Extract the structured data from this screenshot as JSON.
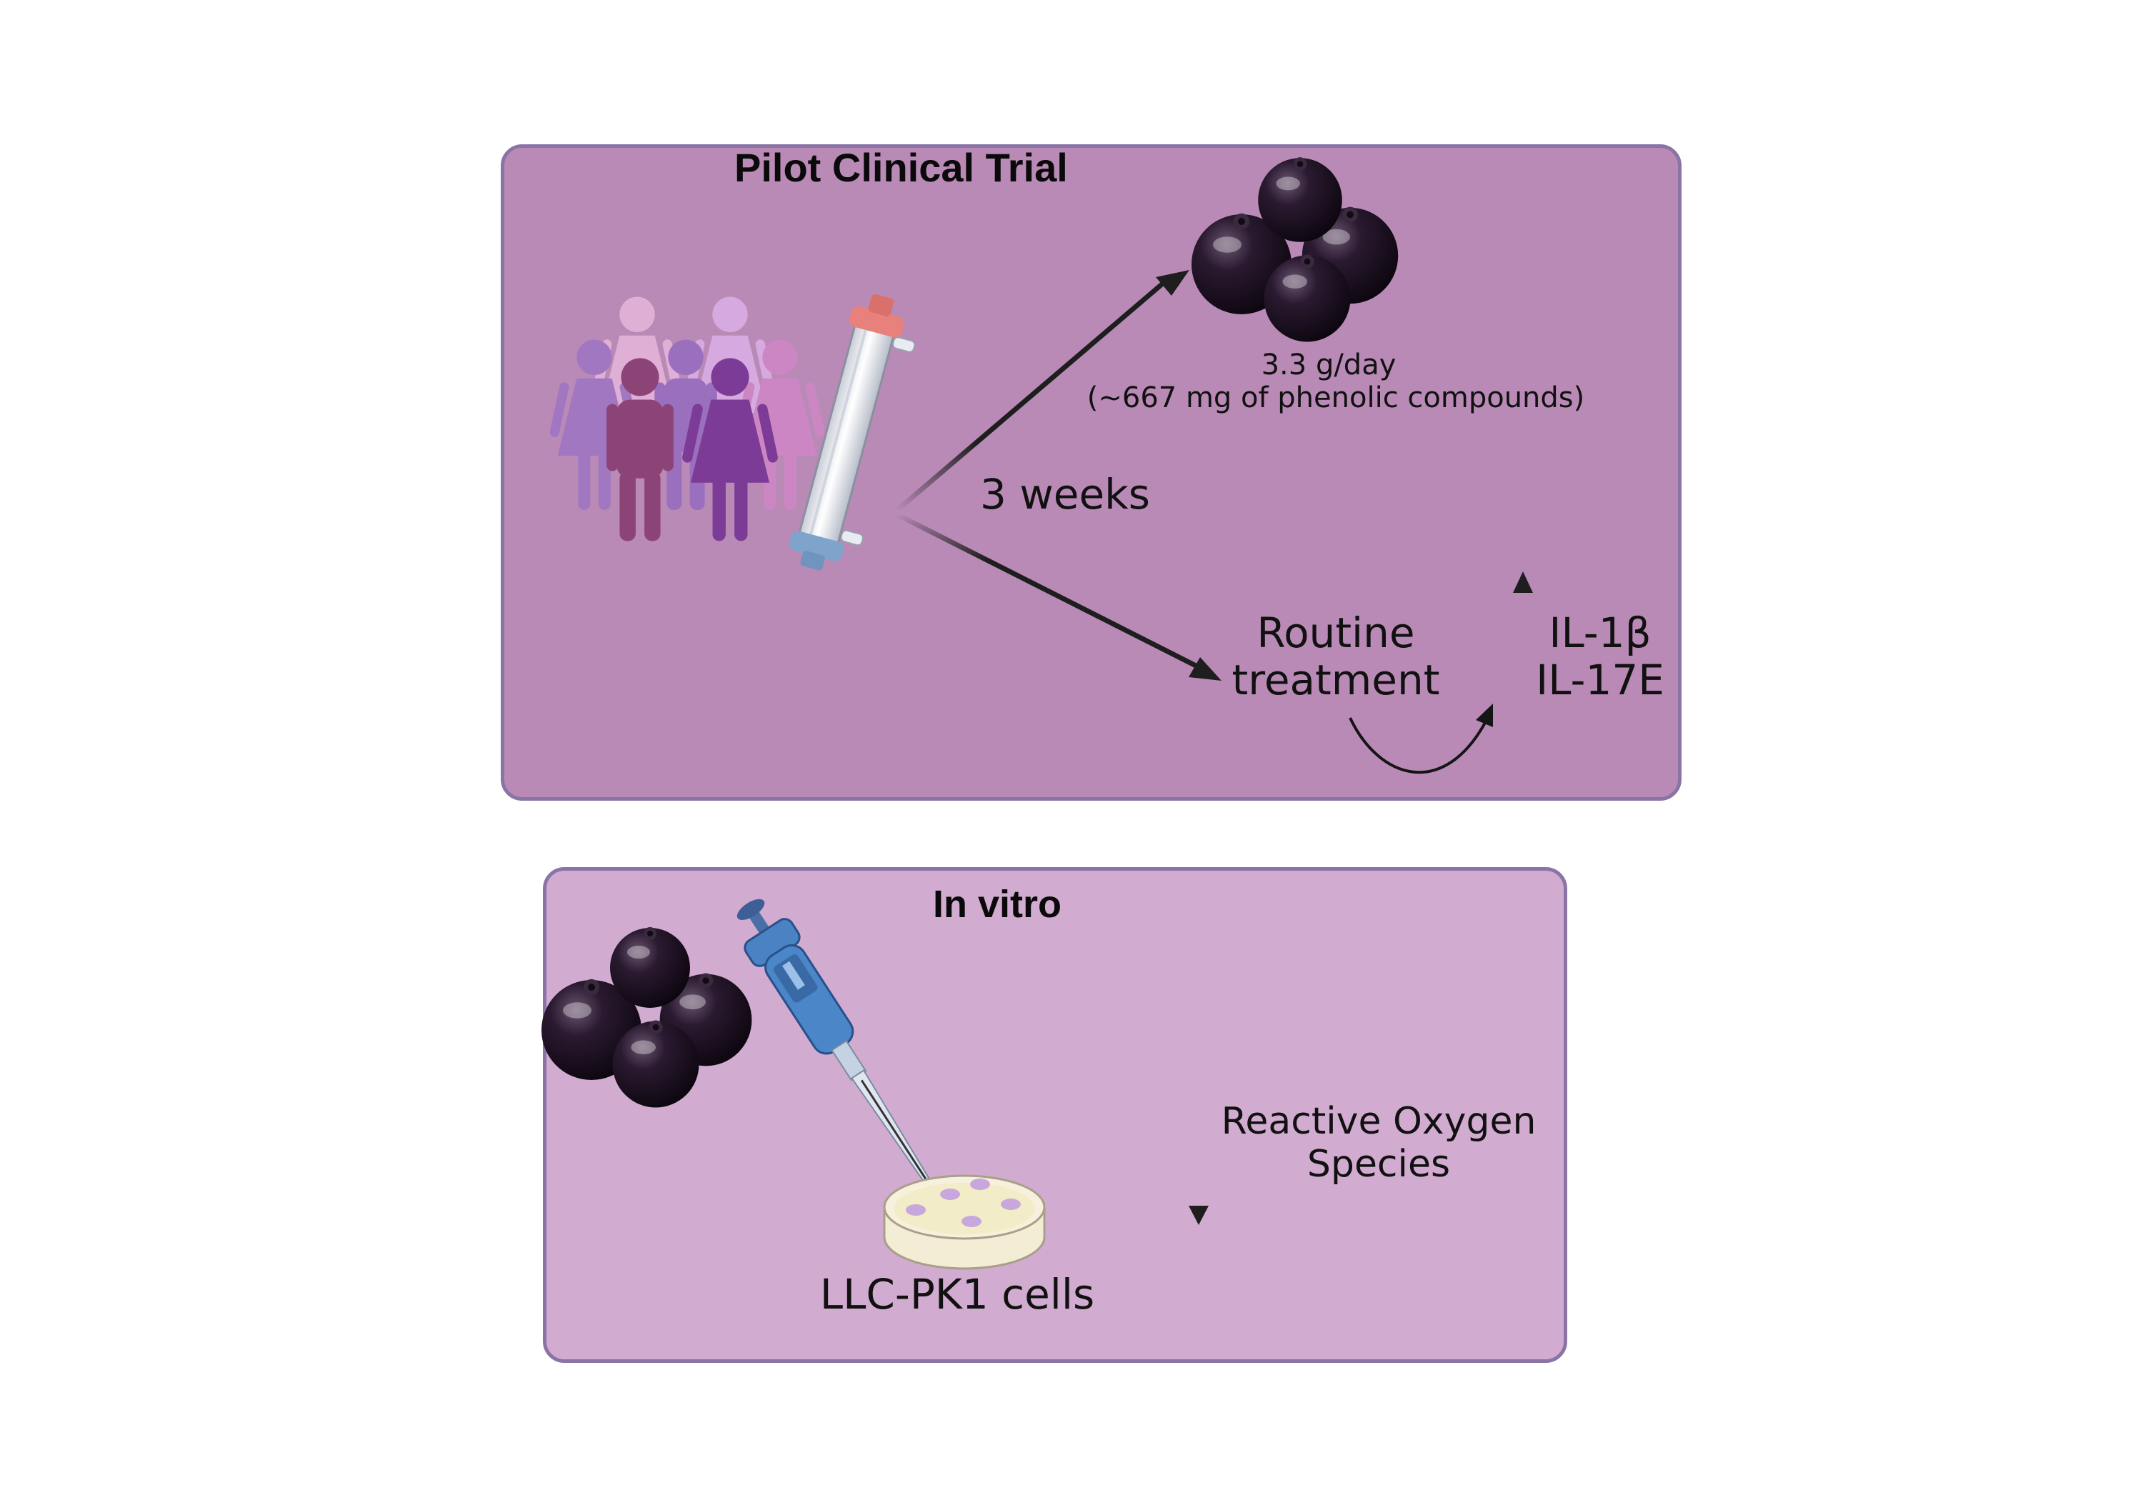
{
  "clinical_trial": {
    "title": "Pilot Clinical Trial",
    "dose_line1": "3.3 g/day",
    "dose_line2": "(~667 mg of phenolic compounds)",
    "duration": "3 weeks",
    "routine_line1": "Routine",
    "routine_line2": "treatment",
    "marker1": "IL-1β",
    "marker2": "IL-17E"
  },
  "in_vitro": {
    "title": "In vitro",
    "cells_label": "LLC-PK1 cells",
    "ros_line1": "Reactive Oxygen",
    "ros_line2": "Species"
  },
  "colors": {
    "trial_panel": "#b98ab6",
    "invitro_panel": "#d2abd0",
    "panel_border": "#8a74a6",
    "berry": "#1c1020"
  },
  "icons": [
    "people-group-icon",
    "dialyzer-icon",
    "berry-cluster-icon",
    "pipette-icon",
    "petri-dish-icon",
    "arrow-up-icon",
    "arrow-down-icon",
    "curved-arrow-icon"
  ]
}
